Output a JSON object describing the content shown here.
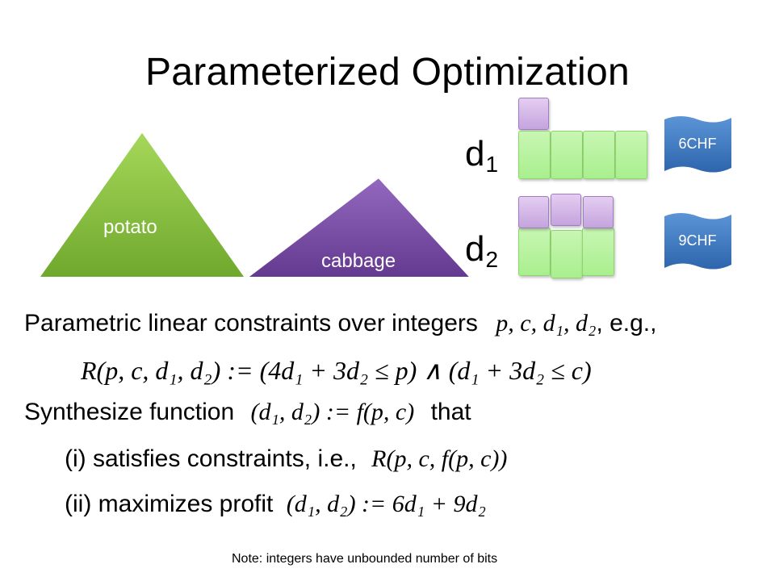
{
  "title": "Parameterized Optimization",
  "diagram": {
    "potato_label": "potato",
    "cabbage_label": "cabbage",
    "d1": {
      "base": "d",
      "sub": "1"
    },
    "d2": {
      "base": "d",
      "sub": "2"
    },
    "price1": "6CHF",
    "price2": "9CHF",
    "colors": {
      "green": "#8dc63f",
      "purple": "#7b4fa6",
      "blue": "#3a79c3"
    }
  },
  "text": {
    "line1_text": "Parametric linear  constraints over integers",
    "line1_math": "p, c, d₁, d₂",
    "line1_tail": ", e.g.,",
    "line2_math": "R(p, c, d₁, d₂) := (4d₁ + 3d₂ ≤ p) ∧ (d₁ + 3d₂ ≤ c)",
    "line3_text": "Synthesize function",
    "line3_math": "(d₁, d₂) := f(p, c)",
    "line3_tail": "that",
    "line4_label": "(i)",
    "line4_text": "satisfies  constraints, i.e.,",
    "line4_math": "R(p, c, f(p, c))",
    "line5_label": "(ii)",
    "line5_text": "maximizes  profit",
    "line5_math": "(d₁, d₂) := 6d₁ + 9d₂",
    "note": "Note: integers have unbounded number of bits"
  }
}
